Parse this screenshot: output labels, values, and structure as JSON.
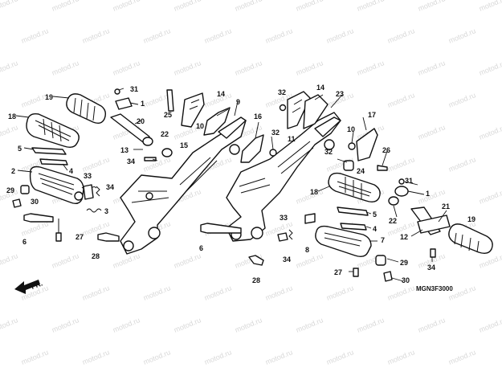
{
  "watermark": "motod.ru",
  "diagram_code": "MGN3F3000",
  "front_label": "FR.",
  "callouts": [
    "1",
    "2",
    "3",
    "4",
    "5",
    "6",
    "7",
    "8",
    "9",
    "10",
    "11",
    "12",
    "13",
    "14",
    "15",
    "16",
    "17",
    "18",
    "19",
    "20",
    "21",
    "22",
    "23",
    "24",
    "25",
    "26",
    "27",
    "28",
    "29",
    "30",
    "31",
    "32",
    "33",
    "34"
  ]
}
